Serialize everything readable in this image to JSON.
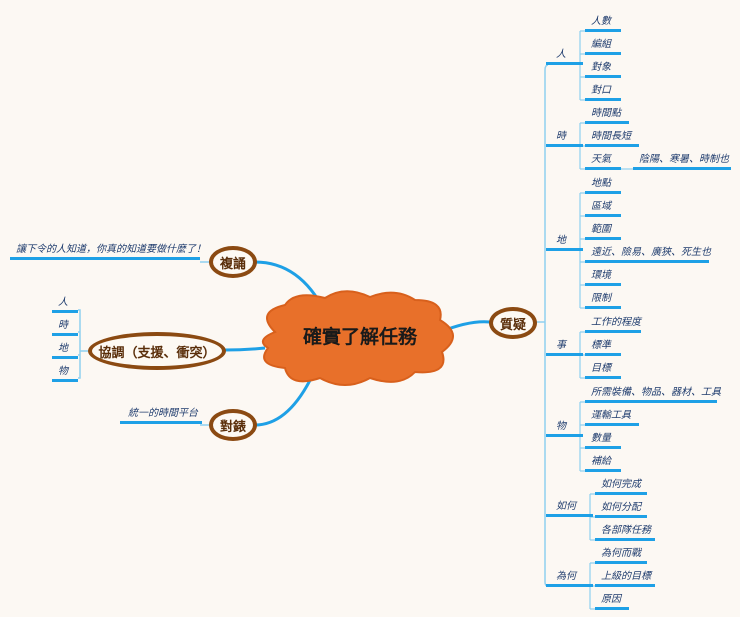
{
  "central": "確實了解任務",
  "left": {
    "repeat": {
      "label": "複誦",
      "child": "讓下令的人知道，你真的知道要做什麼了！"
    },
    "coord": {
      "label": "協調（支援、衝突）",
      "children": [
        "人",
        "時",
        "地",
        "物"
      ]
    },
    "sync": {
      "label": "對錶",
      "child": "統一的時間平台"
    }
  },
  "right": {
    "label": "質疑",
    "groups": [
      {
        "label": "人",
        "children": [
          "人數",
          "編組",
          "對象",
          "對口"
        ]
      },
      {
        "label": "時",
        "children": [
          "時間點",
          "時間長短",
          "天氣"
        ],
        "weather_detail": "陰陽、寒暑、時制也"
      },
      {
        "label": "地",
        "children": [
          "地點",
          "區域",
          "範圍",
          "遠近、險易、廣狹、死生也",
          "環境",
          "限制"
        ]
      },
      {
        "label": "事",
        "children": [
          "工作的程度",
          "標準",
          "目標"
        ]
      },
      {
        "label": "物",
        "children": [
          "所需裝備、物品、器材、工具",
          "運輸工具",
          "數量",
          "補給"
        ]
      },
      {
        "label": "如何",
        "children": [
          "如何完成",
          "如何分配",
          "各部隊任務"
        ]
      },
      {
        "label": "為何",
        "children": [
          "為何而戰",
          "上級的目標",
          "原因"
        ]
      }
    ]
  },
  "colors": {
    "branch": "#1ea0e6",
    "cloud": "#e8702a",
    "oval": "#8b4a12",
    "text": "#1f3c6e"
  }
}
